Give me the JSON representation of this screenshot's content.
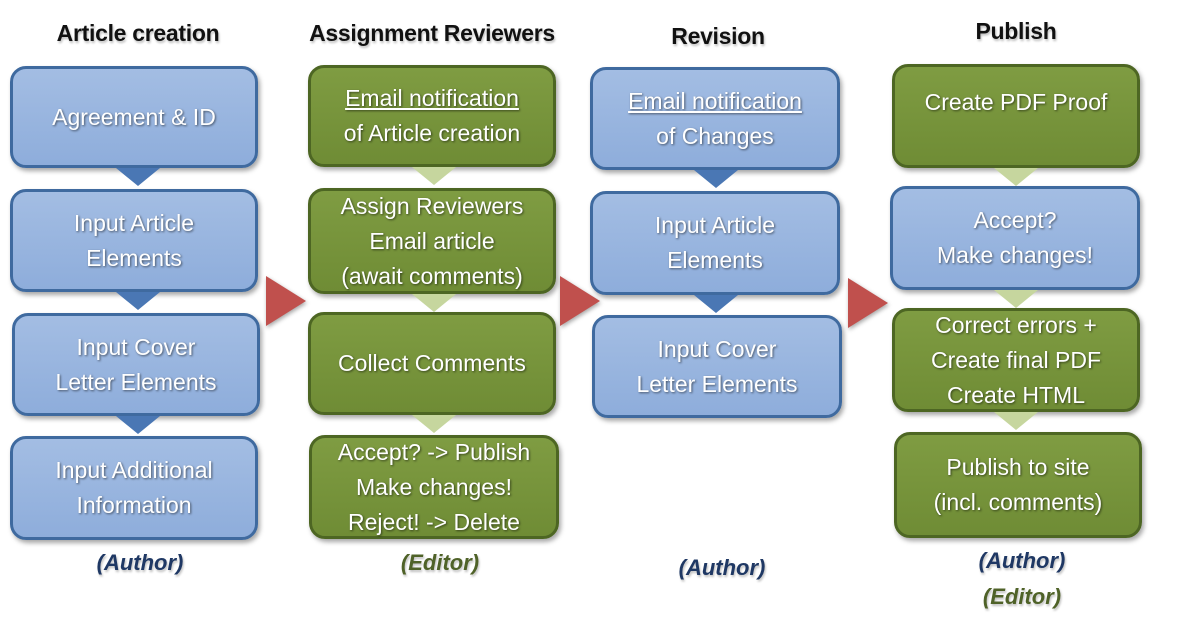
{
  "columns": [
    {
      "title": "Article creation",
      "boxes": [
        {
          "lines": [
            "Agreement & ID"
          ]
        },
        {
          "lines": [
            "Input Article",
            "Elements"
          ]
        },
        {
          "lines": [
            "Input Cover",
            "Letter Elements"
          ]
        },
        {
          "lines": [
            "Input Additional",
            "Information"
          ]
        }
      ],
      "roles": [
        "(Author)"
      ]
    },
    {
      "title": "Assignment Reviewers",
      "boxes": [
        {
          "lines": [
            "Email notification",
            "of Article creation"
          ]
        },
        {
          "lines": [
            "Assign Reviewers",
            "Email article",
            "(await comments)"
          ]
        },
        {
          "lines": [
            "Collect Comments"
          ]
        },
        {
          "lines": [
            "Accept? -> Publish",
            "Make changes!",
            "Reject! -> Delete"
          ]
        }
      ],
      "roles": [
        "(Editor)"
      ]
    },
    {
      "title": "Revision",
      "boxes": [
        {
          "lines": [
            "Email notification",
            "of Changes"
          ]
        },
        {
          "lines": [
            "Input Article",
            "Elements"
          ]
        },
        {
          "lines": [
            "Input Cover",
            "Letter Elements"
          ]
        }
      ],
      "roles": [
        "(Author)"
      ]
    },
    {
      "title": "Publish",
      "boxes": [
        {
          "lines": [
            "Create PDF Proof"
          ]
        },
        {
          "lines": [
            "Accept?",
            "Make changes!"
          ]
        },
        {
          "lines": [
            "Correct errors +",
            "Create final PDF",
            "Create HTML"
          ]
        },
        {
          "lines": [
            "Publish to site",
            "(incl. comments)"
          ]
        }
      ],
      "roles": [
        "(Author)",
        "(Editor)"
      ]
    }
  ],
  "colors": {
    "author_box": "#95b3d7",
    "editor_box": "#77933c",
    "author_role": "#1f3864",
    "editor_role": "#4f6228",
    "stage_arrow": "#c0504d"
  }
}
